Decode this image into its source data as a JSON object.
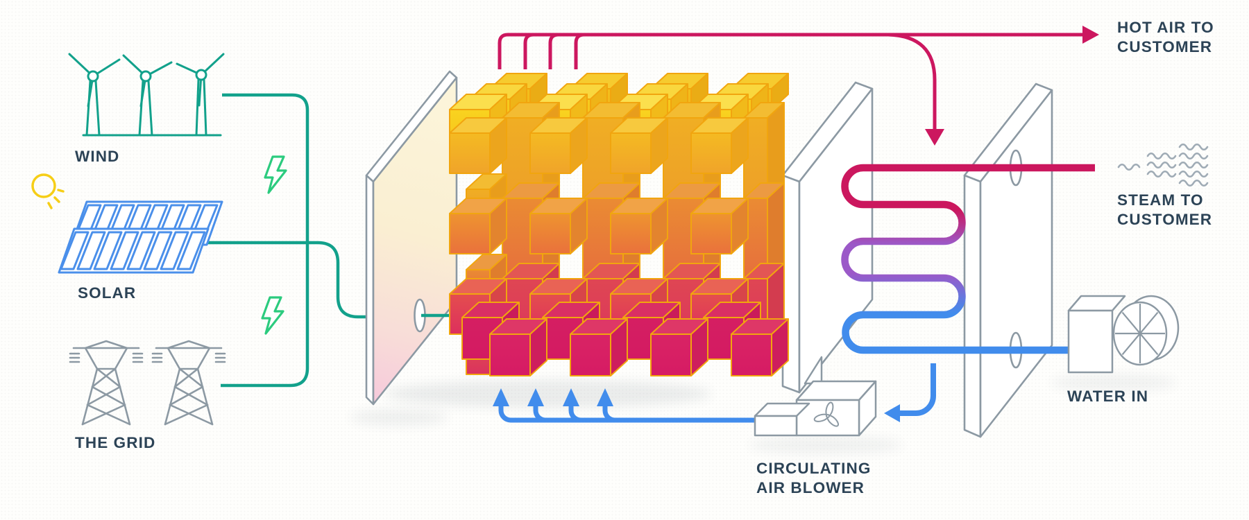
{
  "diagram": {
    "sources": {
      "wind_label": "WIND",
      "solar_label": "SOLAR",
      "grid_label": "THE GRID"
    },
    "outputs": {
      "hot_air_line1": "HOT AIR TO",
      "hot_air_line2": "CUSTOMER",
      "steam_line1": "STEAM TO",
      "steam_line2": "CUSTOMER",
      "water_in_label": "WATER IN",
      "blower_line1": "CIRCULATING",
      "blower_line2": "AIR BLOWER"
    },
    "colors": {
      "electricity_teal": "#12A18B",
      "lightning_green": "#2BCB7E",
      "solar_blue": "#4A8FEA",
      "pipe_blue": "#418CEC",
      "hot_pink": "#CC175F",
      "purple": "#9B5AC8",
      "icon_gray": "#8C99A3",
      "label_navy": "#2C4356",
      "sun_yellow": "#F6CE17",
      "brick_outline_gold": "#F1A50F",
      "brick_yellow": "#F8CE1C",
      "brick_orange": "#EE9430",
      "brick_crimson": "#D61B64",
      "panel_pale_yellow": "#FCF5DB",
      "panel_pink": "#F6C6DC"
    },
    "icons": {
      "wind": "wind-turbines-icon",
      "sun": "sun-icon",
      "solar": "solar-panels-icon",
      "grid": "transmission-towers-icon",
      "lightning": "lightning-bolt-icon",
      "bricks": "heat-storage-brick-stack",
      "coil": "heat-exchanger-coil",
      "blower": "air-blower-icon",
      "water_fan": "water-fan-icon",
      "steam": "steam-waves-icon",
      "hot_air_arrow": "right-arrow-icon",
      "air_flow": "up-arrow-icons"
    }
  }
}
